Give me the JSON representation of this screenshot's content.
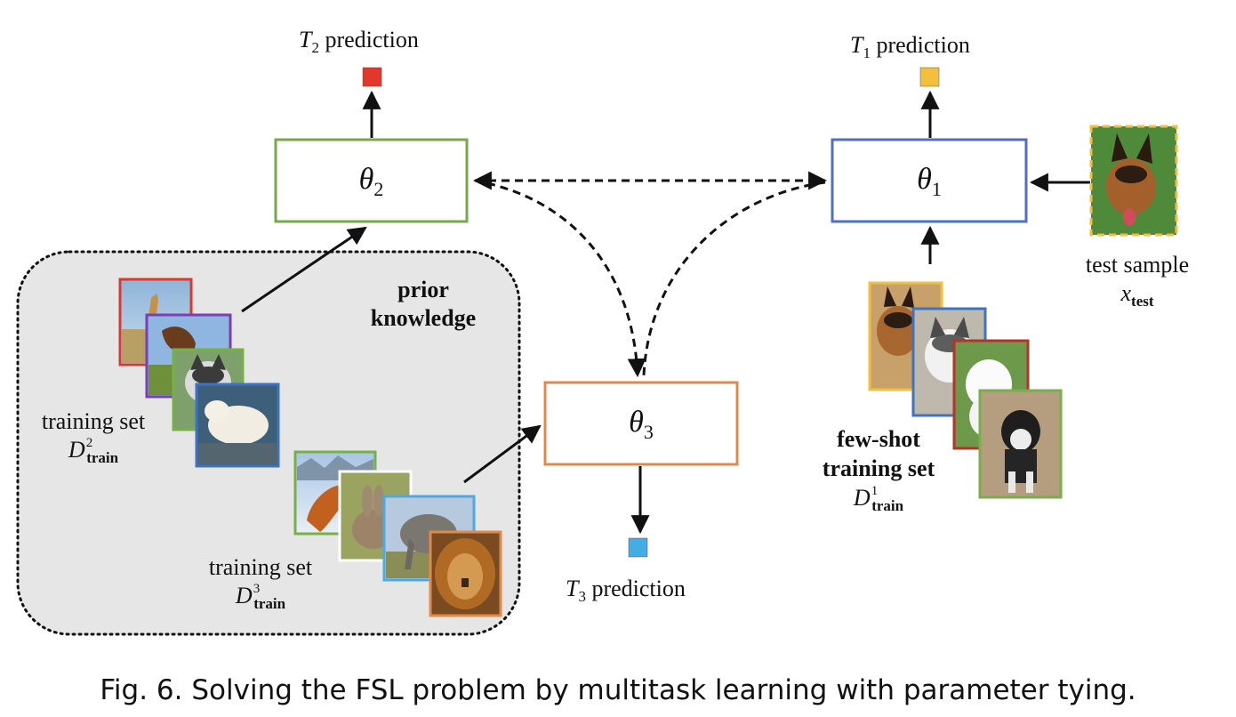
{
  "figure": {
    "caption": "Fig. 6.  Solving the FSL problem by multitask learning with parameter tying.",
    "prior_box_label_line1": "prior",
    "prior_box_label_line2": "knowledge",
    "nodes": {
      "theta1": {
        "symbol": "θ",
        "index": "1",
        "color": "#4f6fbf"
      },
      "theta2": {
        "symbol": "θ",
        "index": "2",
        "color": "#77a84b"
      },
      "theta3": {
        "symbol": "θ",
        "index": "3",
        "color": "#e0894a"
      }
    },
    "predictions": {
      "t1": {
        "task": "T",
        "index": "1",
        "suffix": " prediction",
        "color": "#f3bf3c"
      },
      "t2": {
        "task": "T",
        "index": "2",
        "suffix": " prediction",
        "color": "#e2372a"
      },
      "t3": {
        "task": "T",
        "index": "3",
        "suffix": " prediction",
        "color": "#43ade6"
      }
    },
    "test_sample": {
      "label": "test sample",
      "symbol": "x",
      "subscript": "test"
    },
    "datasets": {
      "train2": {
        "label": "training set",
        "symbol": "D",
        "sup": "2",
        "sub": "train"
      },
      "train3": {
        "label": "training set",
        "symbol": "D",
        "sup": "3",
        "sub": "train"
      },
      "fewshot": {
        "label_line1": "few-shot",
        "label_line2": "training set",
        "symbol": "D",
        "sup": "1",
        "sub": "train"
      }
    },
    "image_icons": {
      "set2": [
        "giraffe-photo",
        "horse-photo",
        "husky-photo",
        "polar-bear-photo"
      ],
      "set3": [
        "fox-photo",
        "rabbit-photo",
        "elephant-photo",
        "lion-photo"
      ],
      "set1": [
        "german-shepherd-photo",
        "husky-puppy-photo",
        "samoyed-puppy-photo",
        "alaskan-malamute-photo"
      ],
      "test": "german-shepherd-test-photo"
    },
    "frame_colors": {
      "red": "#d93a2e",
      "purple": "#7a3fb3",
      "green": "#77b04a",
      "blue": "#3e73c2",
      "white": "#ffffff",
      "light_blue": "#4aa9e6",
      "orange": "#e0894a",
      "yellow": "#f3bf3c",
      "dark_red": "#b8322a"
    }
  }
}
